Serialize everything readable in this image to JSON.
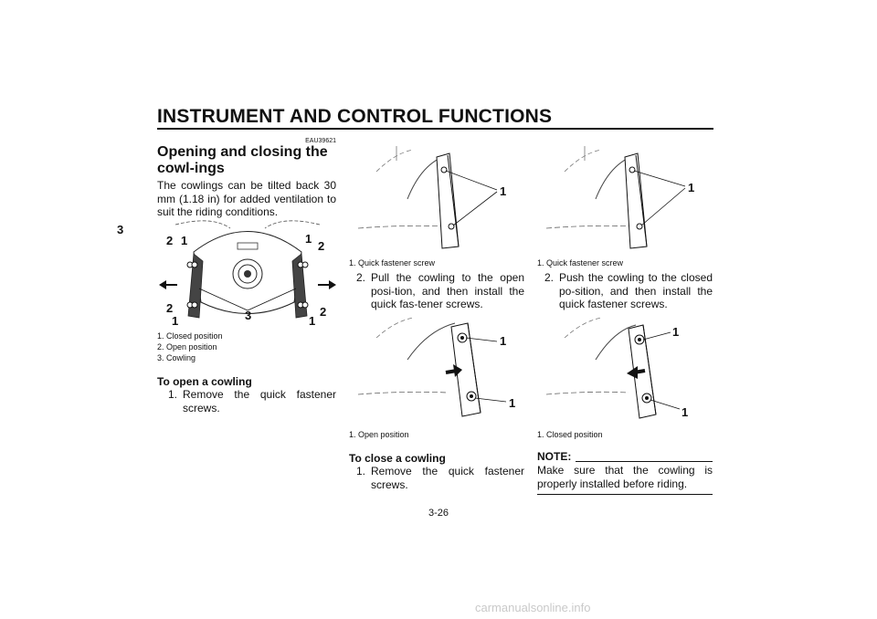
{
  "header": {
    "title": "INSTRUMENT AND CONTROL FUNCTIONS",
    "chapter": "3"
  },
  "section": {
    "ref_code": "EAU39621",
    "title": "Opening and closing the cowl-ings",
    "intro": "The cowlings can be tilted back 30 mm (1.18 in) for added ventilation to suit the riding conditions."
  },
  "figure_main": {
    "callouts": {
      "c1": "1",
      "c2": "2",
      "c3": "3"
    },
    "captions": [
      "1. Closed position",
      "2. Open position",
      "3. Cowling"
    ]
  },
  "open": {
    "heading": "To open a cowling",
    "step1": "Remove the quick fastener screws.",
    "step1_num": "1.",
    "fig1": {
      "callout": "1",
      "caption": "1. Quick fastener screw"
    },
    "step2": "Pull the cowling to the open posi-tion, and then install the quick fas-tener screws.",
    "step2_num": "2.",
    "fig2": {
      "callout": "1",
      "caption": "1. Open position"
    }
  },
  "close": {
    "heading": "To close a cowling",
    "step1": "Remove the quick fastener screws.",
    "step1_num": "1.",
    "fig1": {
      "callout": "1",
      "caption": "1. Quick fastener screw"
    },
    "step2": "Push the cowling to the closed po-sition, and then install the quick fastener screws.",
    "step2_num": "2.",
    "fig2": {
      "callout": "1",
      "caption": "1. Closed position"
    }
  },
  "note": {
    "label": "NOTE:",
    "text": "Make sure that the cowling is properly installed before riding."
  },
  "footer": {
    "page": "3-26",
    "watermark": "carmanualsonline.info"
  }
}
